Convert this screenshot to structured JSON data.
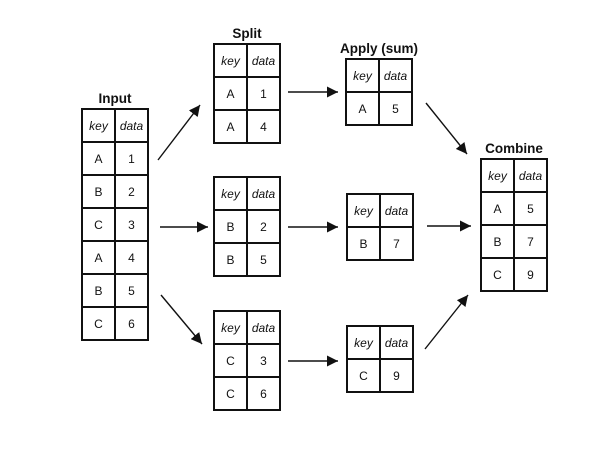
{
  "diagram_type": "split-apply-combine flow diagram",
  "stages": {
    "input": {
      "title": "Input",
      "header": [
        "key",
        "data"
      ],
      "rows": [
        [
          "A",
          "1"
        ],
        [
          "B",
          "2"
        ],
        [
          "C",
          "3"
        ],
        [
          "A",
          "4"
        ],
        [
          "B",
          "5"
        ],
        [
          "C",
          "6"
        ]
      ]
    },
    "split": {
      "title": "Split",
      "groups": [
        {
          "header": [
            "key",
            "data"
          ],
          "rows": [
            [
              "A",
              "1"
            ],
            [
              "A",
              "4"
            ]
          ]
        },
        {
          "header": [
            "key",
            "data"
          ],
          "rows": [
            [
              "B",
              "2"
            ],
            [
              "B",
              "5"
            ]
          ]
        },
        {
          "header": [
            "key",
            "data"
          ],
          "rows": [
            [
              "C",
              "3"
            ],
            [
              "C",
              "6"
            ]
          ]
        }
      ]
    },
    "apply": {
      "title": "Apply (sum)",
      "groups": [
        {
          "header": [
            "key",
            "data"
          ],
          "rows": [
            [
              "A",
              "5"
            ]
          ]
        },
        {
          "header": [
            "key",
            "data"
          ],
          "rows": [
            [
              "B",
              "7"
            ]
          ]
        },
        {
          "header": [
            "key",
            "data"
          ],
          "rows": [
            [
              "C",
              "9"
            ]
          ]
        }
      ]
    },
    "combine": {
      "title": "Combine",
      "header": [
        "key",
        "data"
      ],
      "rows": [
        [
          "A",
          "5"
        ],
        [
          "B",
          "7"
        ],
        [
          "C",
          "9"
        ]
      ]
    }
  },
  "edges": [
    {
      "from": "input",
      "to": "split-group-a"
    },
    {
      "from": "input",
      "to": "split-group-b"
    },
    {
      "from": "input",
      "to": "split-group-c"
    },
    {
      "from": "split-group-a",
      "to": "apply-group-a"
    },
    {
      "from": "split-group-b",
      "to": "apply-group-b"
    },
    {
      "from": "split-group-c",
      "to": "apply-group-c"
    },
    {
      "from": "apply-group-a",
      "to": "combine"
    },
    {
      "from": "apply-group-b",
      "to": "combine"
    },
    {
      "from": "apply-group-c",
      "to": "combine"
    }
  ],
  "colors": {
    "line": "#111111",
    "background": "#ffffff"
  }
}
